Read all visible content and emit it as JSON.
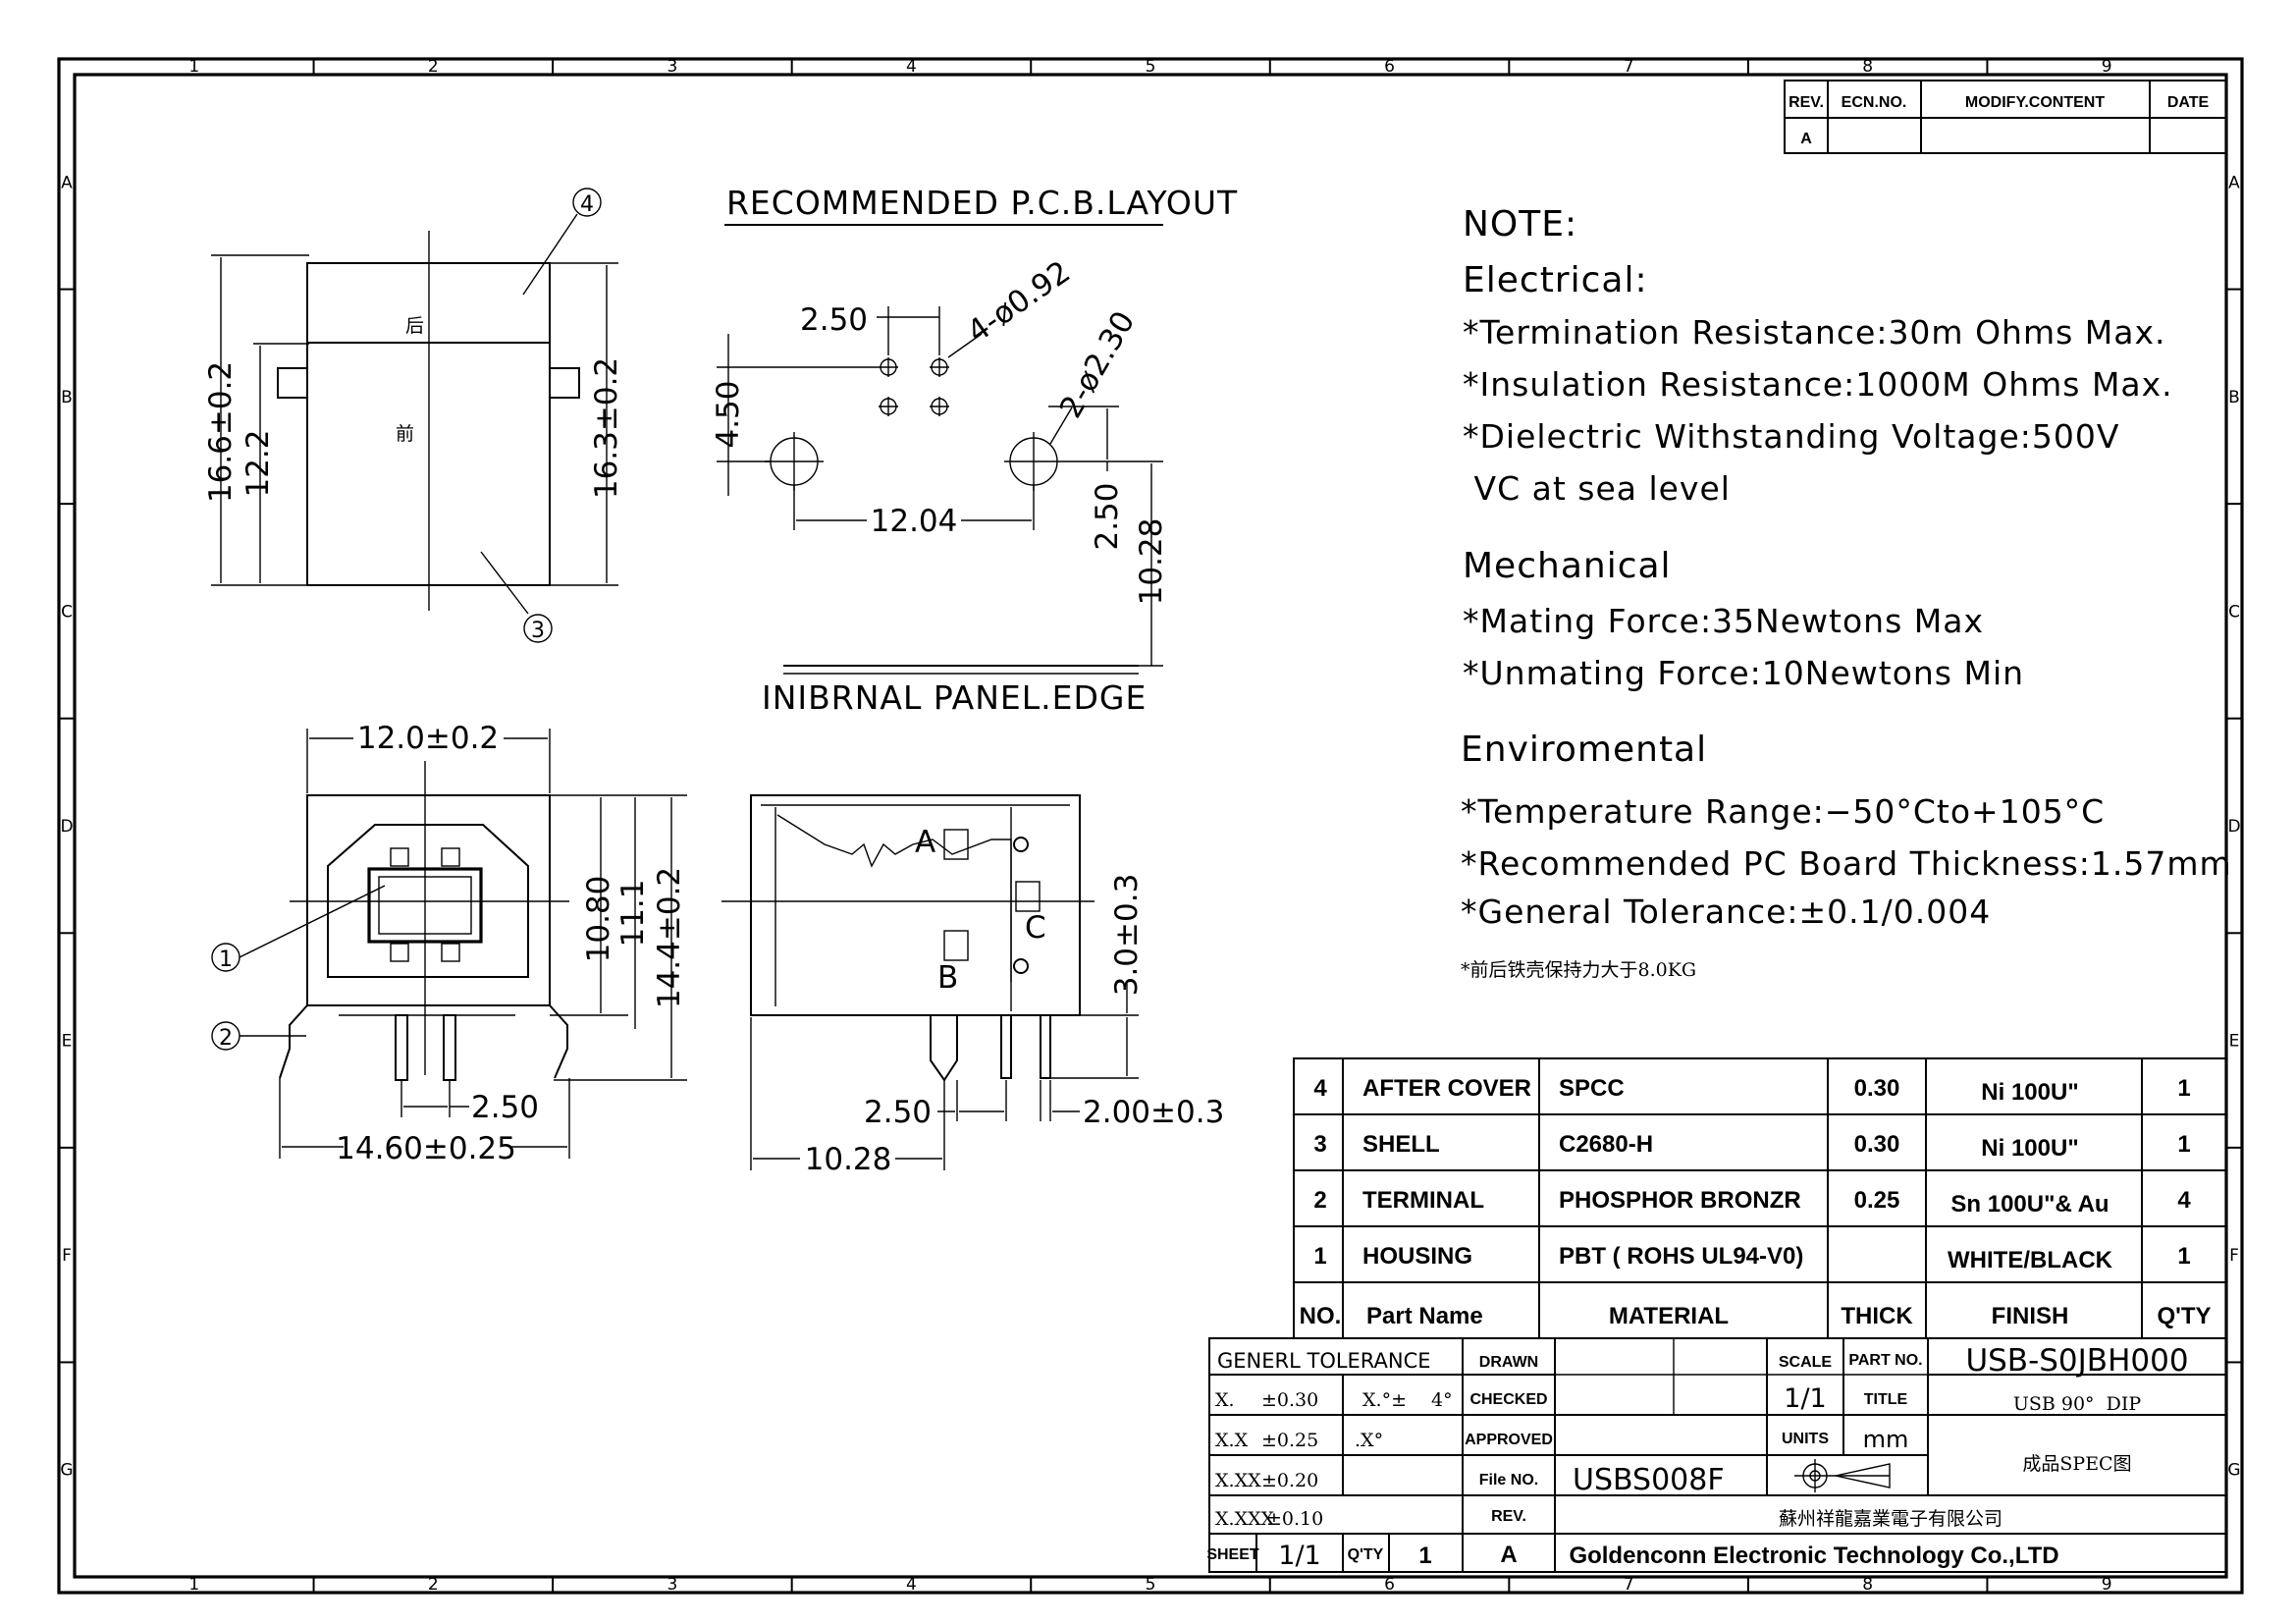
{
  "border": {
    "columns": [
      "1",
      "2",
      "3",
      "4",
      "5",
      "6",
      "7",
      "8",
      "9"
    ],
    "rows": [
      "A",
      "B",
      "C",
      "D",
      "E",
      "F",
      "G"
    ]
  },
  "revision_table": {
    "headers": [
      "REV.",
      "ECN.NO.",
      "MODIFY.CONTENT",
      "DATE"
    ],
    "rev": "A"
  },
  "top_view": {
    "label_back": "后",
    "label_front": "前",
    "dim_16_6": "16.6±0.2",
    "dim_12_2": "12.2",
    "dim_16_3": "16.3±0.2",
    "callout_4": "4",
    "callout_3": "3"
  },
  "pcb_layout": {
    "title": "RECOMMENDED P.C.B.LAYOUT",
    "dim_2_50_top": "2.50",
    "dim_hole_small": "4-ø0.92",
    "dim_hole_big": "2-ø2.30",
    "dim_4_50": "4.50",
    "dim_12_04": "12.04",
    "dim_2_50_side": "2.50",
    "dim_10_28": "10.28",
    "panel_edge": "INIBRNAL PANEL.EDGE"
  },
  "front_view": {
    "dim_12_0": "12.0±0.2",
    "dim_10_80": "10.80",
    "dim_11_1": "11.1",
    "dim_14_4": "14.4±0.2",
    "dim_2_50": "2.50",
    "dim_14_60": "14.60±0.25",
    "callout_1": "1",
    "callout_2": "2"
  },
  "side_view": {
    "label_a": "A",
    "label_b": "B",
    "label_c": "C",
    "dim_3_0": "3.0±0.3",
    "dim_2_50": "2.50",
    "dim_2_00": "2.00±0.3",
    "dim_10_28": "10.28"
  },
  "notes": {
    "title": "NOTE:",
    "electrical_head": "Electrical:",
    "electrical": [
      "*Termination Resistance:30m Ohms Max.",
      "*Insulation Resistance:1000M Ohms Max.",
      "*Dielectric Withstanding Voltage:500V",
      " VC at sea level"
    ],
    "mechanical_head": "Mechanical",
    "mechanical": [
      "*Mating Force:35Newtons Max",
      "*Unmating Force:10Newtons Min"
    ],
    "environmental_head": "Enviromental",
    "environmental": [
      "*Temperature Range:−50°Cto+105°C",
      "*Recommended PC Board Thickness:1.57mm",
      "*General Tolerance:±0.1/0.004",
      "*前后铁壳保持力大于8.0KG"
    ]
  },
  "bom": {
    "rows": [
      {
        "no": "4",
        "name": "AFTER COVER",
        "material": "SPCC",
        "thick": "0.30",
        "finish": "Ni 100U\"",
        "qty": "1"
      },
      {
        "no": "3",
        "name": "SHELL",
        "material": "C2680-H",
        "thick": "0.30",
        "finish": "Ni 100U\"",
        "qty": "1"
      },
      {
        "no": "2",
        "name": "TERMINAL",
        "material": "PHOSPHOR BRONZR",
        "thick": "0.25",
        "finish": "Sn 100U\"& Au",
        "qty": "4"
      },
      {
        "no": "1",
        "name": "HOUSING",
        "material": "PBT ( ROHS UL94-V0)",
        "thick": "",
        "finish": "WHITE/BLACK",
        "qty": "1"
      }
    ],
    "headers": {
      "no": "NO.",
      "name": "Part Name",
      "material": "MATERIAL",
      "thick": "THICK",
      "finish": "FINISH",
      "qty": "Q'TY"
    }
  },
  "title_block": {
    "tolerance_head": "GENERL TOLERANCE",
    "tol_rows": [
      {
        "label": "X.",
        "value": "±0.30"
      },
      {
        "label": "X.X",
        "value": "±0.25"
      },
      {
        "label": "X.XX",
        "value": "±0.20"
      },
      {
        "label": "X.XXX",
        "value": "±0.10"
      }
    ],
    "angle1": "X.°±",
    "angle1_val": "4°",
    "angle2": ".X°",
    "drawn": "DRAWN",
    "checked": "CHECKED",
    "approved": "APPROVED",
    "file_no_label": "File NO.",
    "file_no": "USBS008F",
    "rev_label": "REV.",
    "rev_value": "A",
    "sheet_label": "SHEET",
    "sheet_value": "1/1",
    "qty_label": "Q'TY",
    "qty_value": "1",
    "scale_label": "SCALE",
    "scale_value": "1/1",
    "units_label": "UNITS",
    "units_value": "mm",
    "part_no_label": "PART NO.",
    "part_no": "USB-S0JBH000",
    "title_label": "TITLE",
    "title_value": "USB 90°  DIP",
    "spec": "成品SPEC图",
    "company_cn": "蘇州祥龍嘉業電子有限公司",
    "company_en": "Goldenconn Electronic Technology Co.,LTD"
  }
}
